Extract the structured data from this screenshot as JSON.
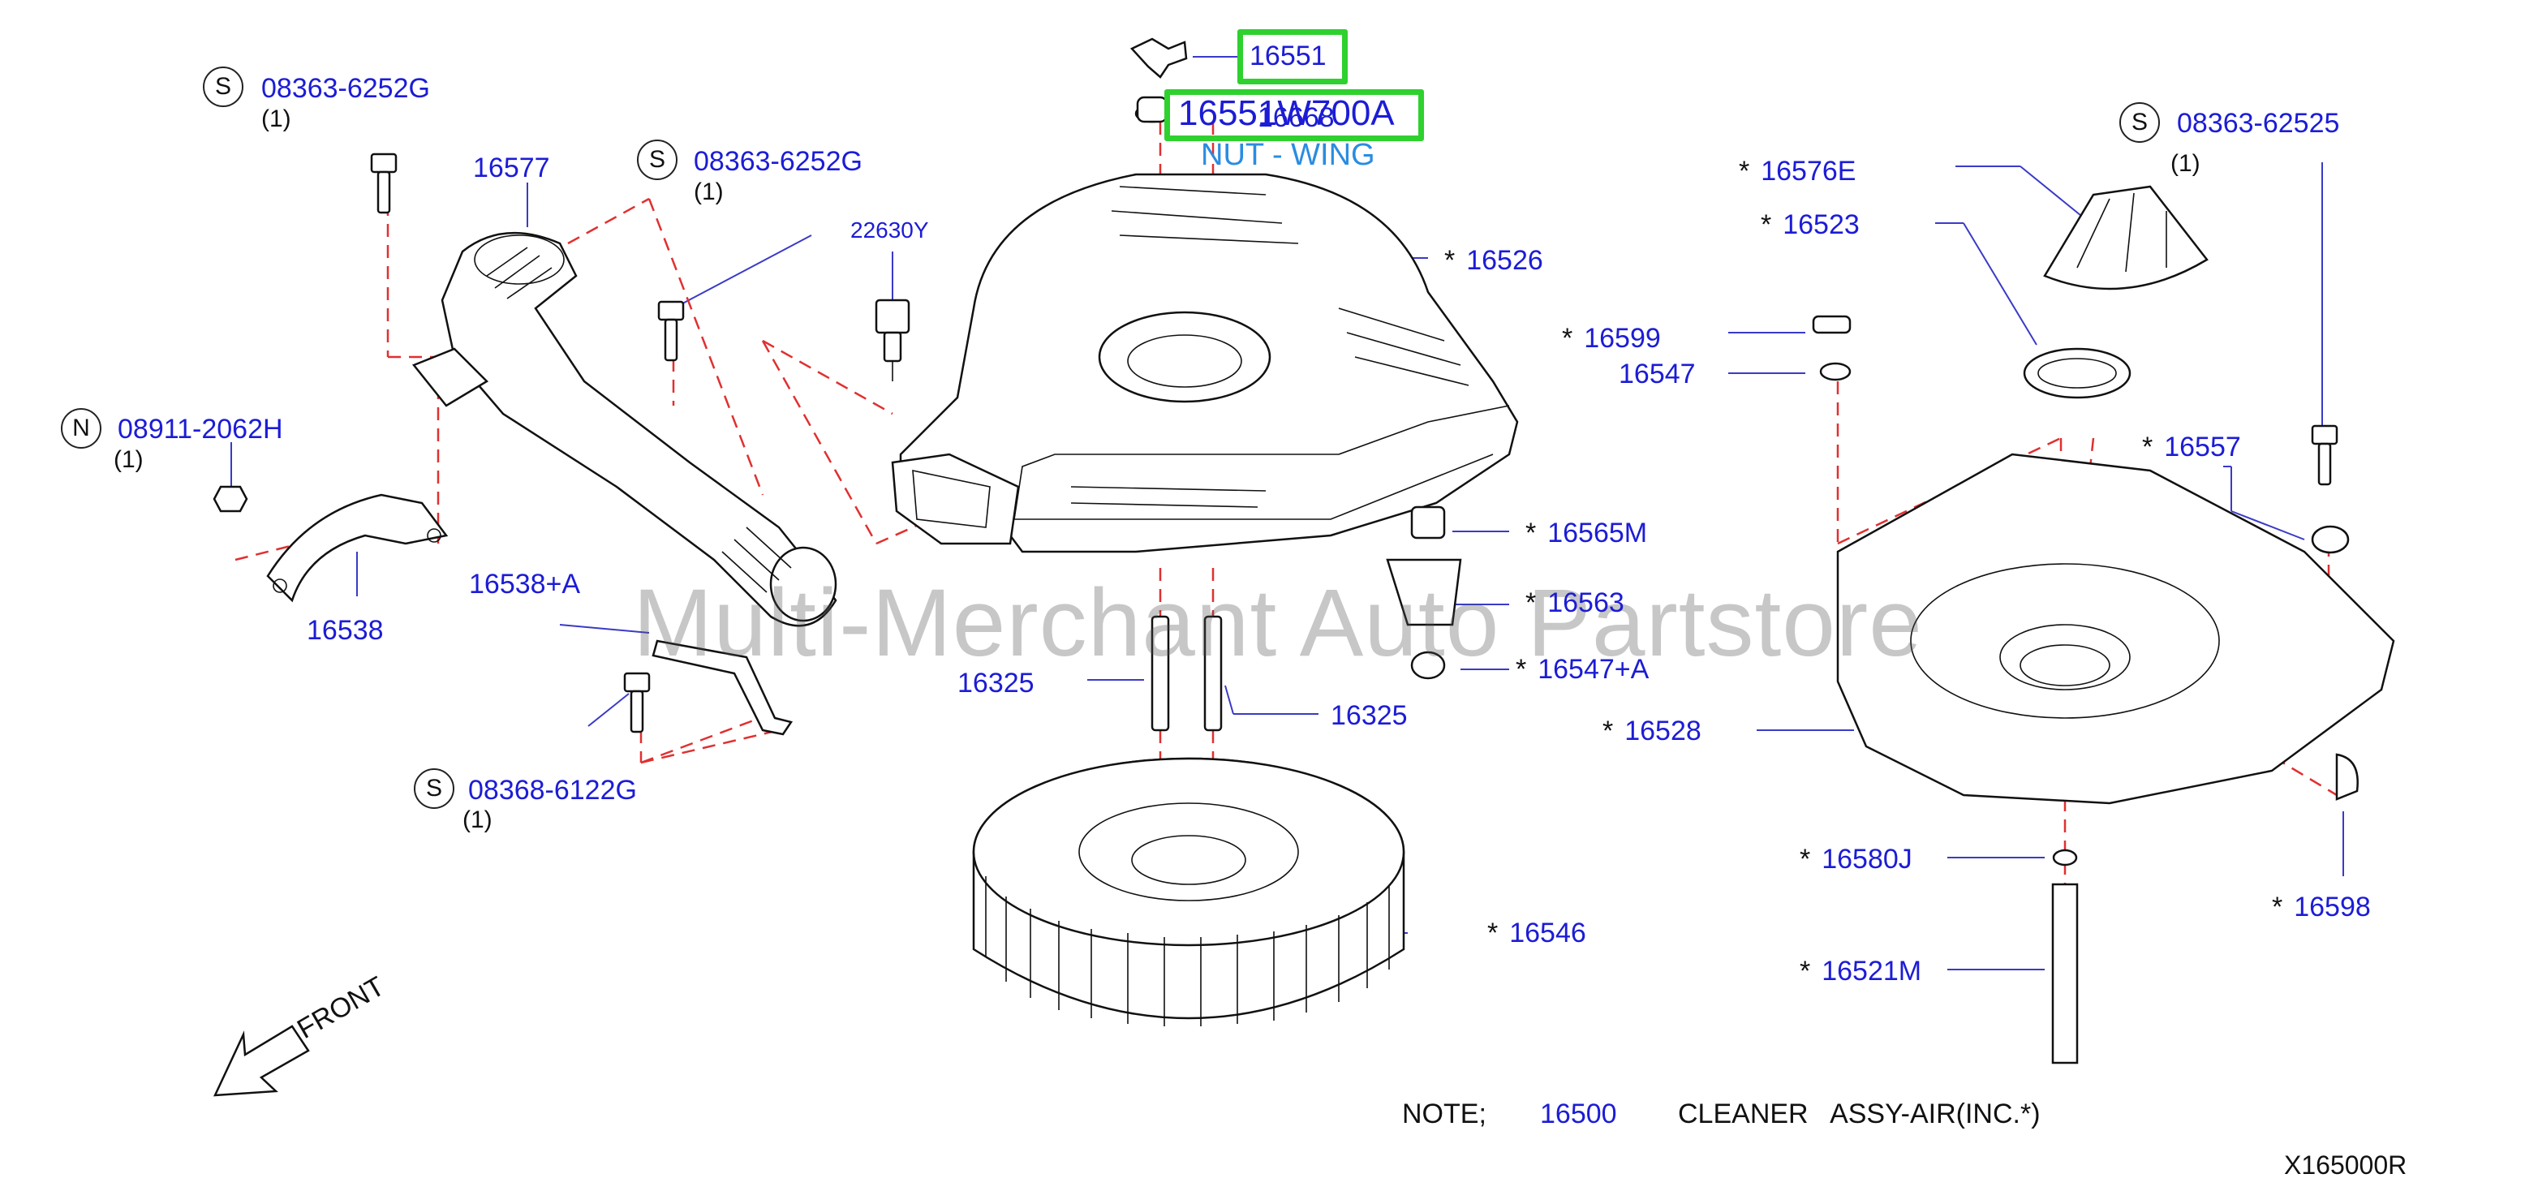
{
  "labels": {
    "p16551": "16551",
    "p16551w": "16551W700A",
    "p16668": "16668",
    "nut_wing": "NUT - WING",
    "s1_code": "08363-6252G",
    "s1_qty": "(1)",
    "s2_code": "08363-6252G",
    "s2_qty": "(1)",
    "s3_code": "08363-62525",
    "s3_qty": "(1)",
    "n1_code": "08911-2062H",
    "n1_qty": "(1)",
    "s4_code": "08368-6122G",
    "s4_qty": "(1)",
    "p16577": "16577",
    "p22630y": "22630Y",
    "p16538": "16538",
    "p16538a": "16538+A",
    "p16325a": "16325",
    "p16325b": "16325",
    "p16526": "16526",
    "p16576e": "16576E",
    "p16523": "16523",
    "p16599": "16599",
    "p16547": "16547",
    "p16557": "16557",
    "p16565m": "16565M",
    "p16563": "16563",
    "p16547a": "16547+A",
    "p16528": "16528",
    "p16580j": "16580J",
    "p16598": "16598",
    "p16546": "16546",
    "p16521m": "16521M",
    "front": "FRONT",
    "note_prefix": "NOTE;",
    "note_part": "16500",
    "note_desc": "CLEANER   ASSY-AIR(INC.*)",
    "diagram_code": "X165000R",
    "watermark": "Multi-Merchant Auto Partstore",
    "star": "*",
    "circle_s": "S",
    "circle_n": "N"
  },
  "colors": {
    "label_blue": "#1c1cd6",
    "guide_red": "#e03030",
    "highlight_green": "#2ed12e",
    "wing_blue": "#2a8ce0"
  }
}
